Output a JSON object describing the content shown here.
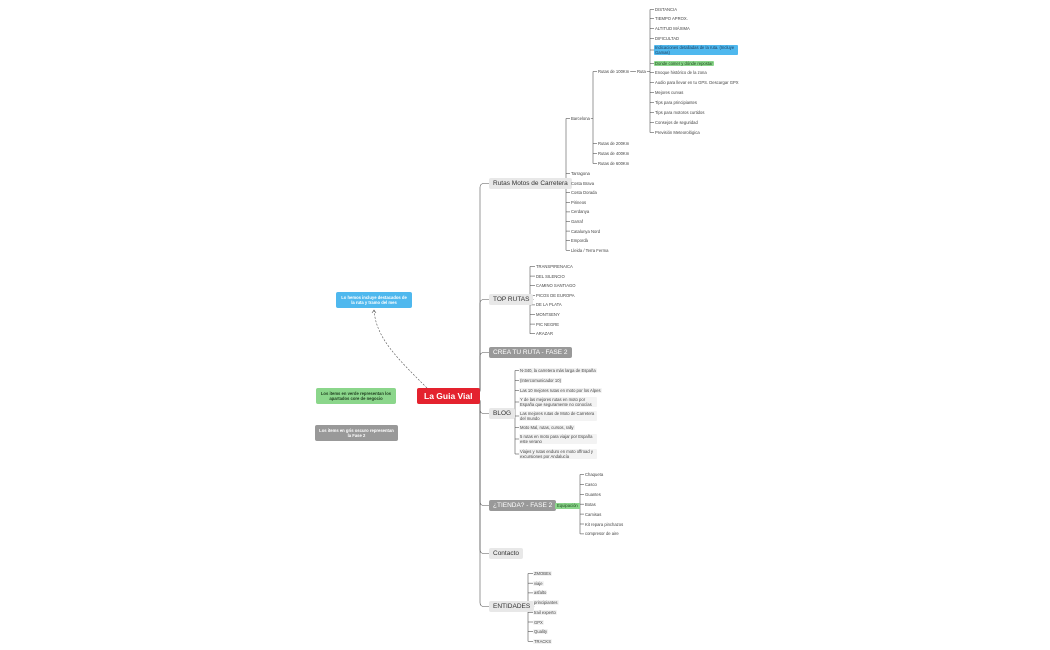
{
  "root": {
    "label": "La Guia Vial",
    "color": "#e4222e"
  },
  "notes": {
    "blue": "Lo hemos incluye destacados de la ruta y tramo del mes",
    "green": "Los items en verde representan los apartados core de negocio",
    "gray": "Los items en gris oscuro representan la Fase 2"
  },
  "rutas": {
    "label": "Rutas Motos de Carretera",
    "barcelona": "Barcelona",
    "rutas100": "Rutas de 100Km",
    "ruta": "Ruta",
    "details": [
      "DISTANCIA",
      "TIEMPO APROX.",
      "ALTITUD MÁXIMA",
      "DIFICULTAD",
      "Indicaciones detalladas de la ruta. (Incluye Gamas)",
      "Donde comer y dónde repostar",
      "Enoque histórico de la zona",
      "Audio para llevar en tu GPS. Descargar GPX",
      "Mejores curvas",
      "Tips para principiantes",
      "Tips para motoros curtidos",
      "Consejos de seguridad",
      "Previsión Meteorológica"
    ],
    "others": [
      "Rutas de 200Km",
      "Rutas de 400Km",
      "Rutas de 600Km"
    ],
    "regions": [
      "Tarragona",
      "Costa Brava",
      "Costa Dorada",
      "Pirineos",
      "Cerdanya",
      "Garraf",
      "Catalunya Nord",
      "Empordà",
      "Lleida / Terra Ferma"
    ]
  },
  "top": {
    "label": "TOP RUTAS",
    "items": [
      "TRANSPIRENAICA",
      "DEL SILENCIO",
      "CAMINO SANTIAGO",
      "PICOS DE EUROPA",
      "DE LA PLATA",
      "MONTSENY",
      "PIC NEGRE",
      "ARAZAR"
    ]
  },
  "crea": {
    "label": "CREA TU RUTA - FASE 2"
  },
  "blog": {
    "label": "BLOG",
    "items": [
      "N-340, la carretera más larga de España",
      "(Intercomunicador 10)",
      "Las 10 mejores rutas en moto por los Alpes",
      "Y de las mejores rutas en moto por España que seguramente no conocías",
      "Las mejores rutas de Moto de Carretera del mundo",
      "Moto Mal, rutas, cursos, rally",
      "5 rutas en moto para viajar por España este verano",
      "Viajes y rutas enduro en moto offroad y excursiones por Andalucía"
    ]
  },
  "tienda": {
    "label": "¿TIENDA? - FASE 2",
    "equipacion": "Equipación",
    "items": [
      "Chaqueta",
      "Casco",
      "Guantes",
      "Botas",
      "Camisas",
      "Kit repara pinchazos",
      "compresor de aire"
    ]
  },
  "contacto": {
    "label": "Contacto"
  },
  "entidades": {
    "label": "ENTIDADES",
    "items": [
      "ZMOBEs",
      "viaje",
      "asfalto",
      "principiantes",
      "trail experto",
      "GPX",
      "Quality",
      "TRACKS"
    ]
  }
}
